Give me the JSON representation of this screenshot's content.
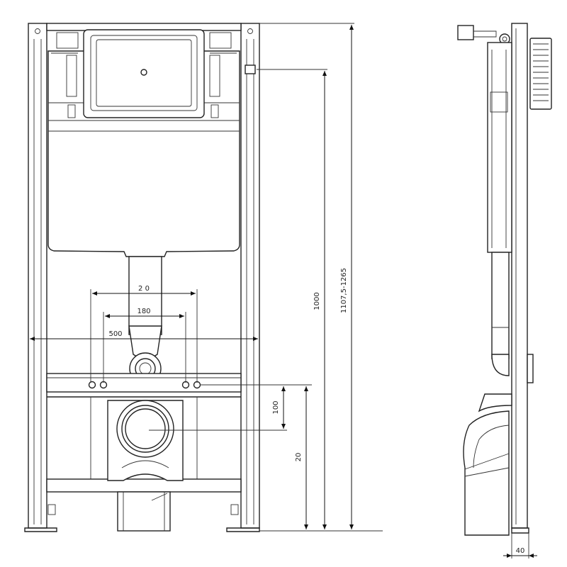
{
  "dimensions": {
    "width_upper": "2 0",
    "width_middle": "180",
    "frame_width": "500",
    "height_overall": "1107,5-1265",
    "height_button": "1000",
    "height_drain": "20",
    "offset_drain": "100",
    "depth": "40"
  },
  "colors": {
    "line": "#222222",
    "background": "#ffffff"
  }
}
